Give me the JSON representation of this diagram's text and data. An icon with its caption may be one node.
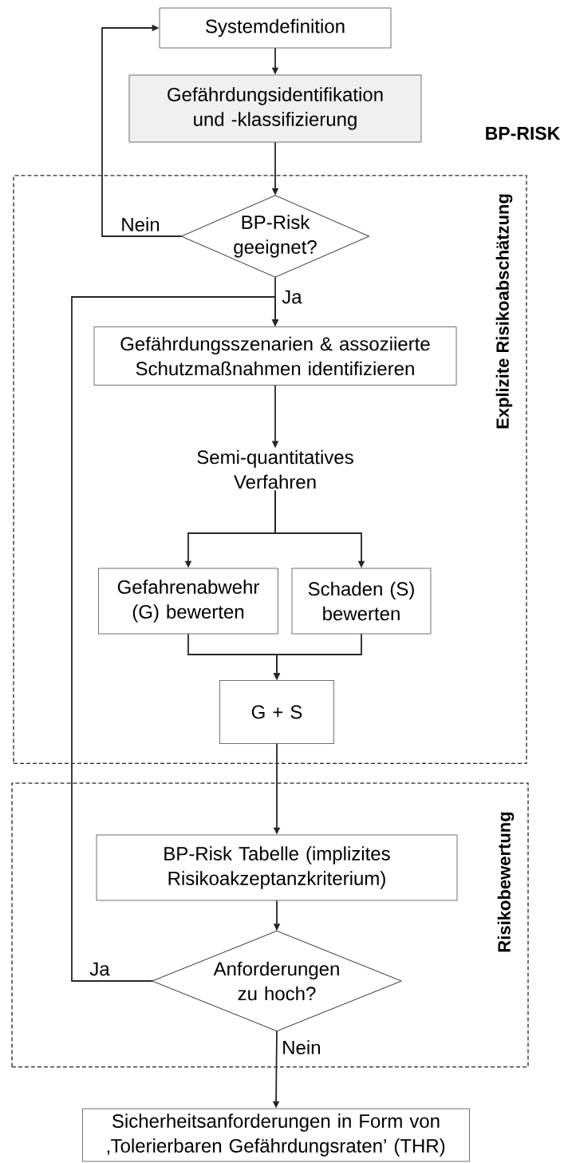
{
  "diagram": {
    "nodes": [
      {
        "text": [
          "Systemdefinition"
        ]
      },
      {
        "text": [
          "Gefährdungsidentifikation und -klassifizierung"
        ]
      },
      {
        "text": [
          "Explizite Risikoabschätzung"
        ]
      },
      {
        "text": [
          "BP-Risk geeignet?"
        ],
        "in": 2
      },
      {
        "text": [
          "Gefährdungsszenarien & assoziierte Schutzmaßnahmen identifizieren"
        ],
        "in": 2
      },
      {
        "text": [
          "Semi-quantitatives Verfahren"
        ],
        "in": 2
      },
      {
        "text": [
          "Gefahrenabwehr (G) bewerten"
        ],
        "in": 2
      },
      {
        "text": [
          "Schaden (S) bewerten"
        ],
        "in": 2
      },
      {
        "text": [
          "G + S"
        ],
        "in": 2
      },
      {
        "text": [
          "Risikobewertung"
        ]
      },
      {
        "text": [
          "BP-Risk Tabelle (implizites Risikoakzeptanzkriterium)"
        ],
        "in": 9
      },
      {
        "text": [
          "Anforderungen zu hoch?"
        ],
        "in": 9
      },
      {
        "text": [
          "Sicherheitsanforderungen in Form von ‚Tolerierbaren Gefährdungsraten’ (THR)"
        ]
      }
    ],
    "edges": [
      {
        "from": 0,
        "to": 1,
        "arrow": "to"
      },
      {
        "from": 1,
        "to": 3,
        "arrow": "to"
      },
      {
        "from": 3,
        "to": 0,
        "arrow": "to",
        "label": "Nein"
      },
      {
        "from": 3,
        "to": 4,
        "arrow": "to",
        "label": "Ja"
      },
      {
        "from": 4,
        "to": 5,
        "arrow": "to"
      },
      {
        "from": 5,
        "to": 6,
        "arrow": "to"
      },
      {
        "from": 5,
        "to": 7,
        "arrow": "to"
      },
      {
        "from": 6,
        "to": 8,
        "arrow": "to"
      },
      {
        "from": 7,
        "to": 8,
        "arrow": "to"
      },
      {
        "from": 8,
        "to": 10,
        "arrow": "to"
      },
      {
        "from": 10,
        "to": 11,
        "arrow": "to"
      },
      {
        "from": 11,
        "to": 4,
        "arrow": "to",
        "label": "Ja"
      },
      {
        "from": 11,
        "to": 12,
        "arrow": "to",
        "label": "Nein"
      }
    ],
    "labels": [
      "BP-RISK"
    ]
  }
}
